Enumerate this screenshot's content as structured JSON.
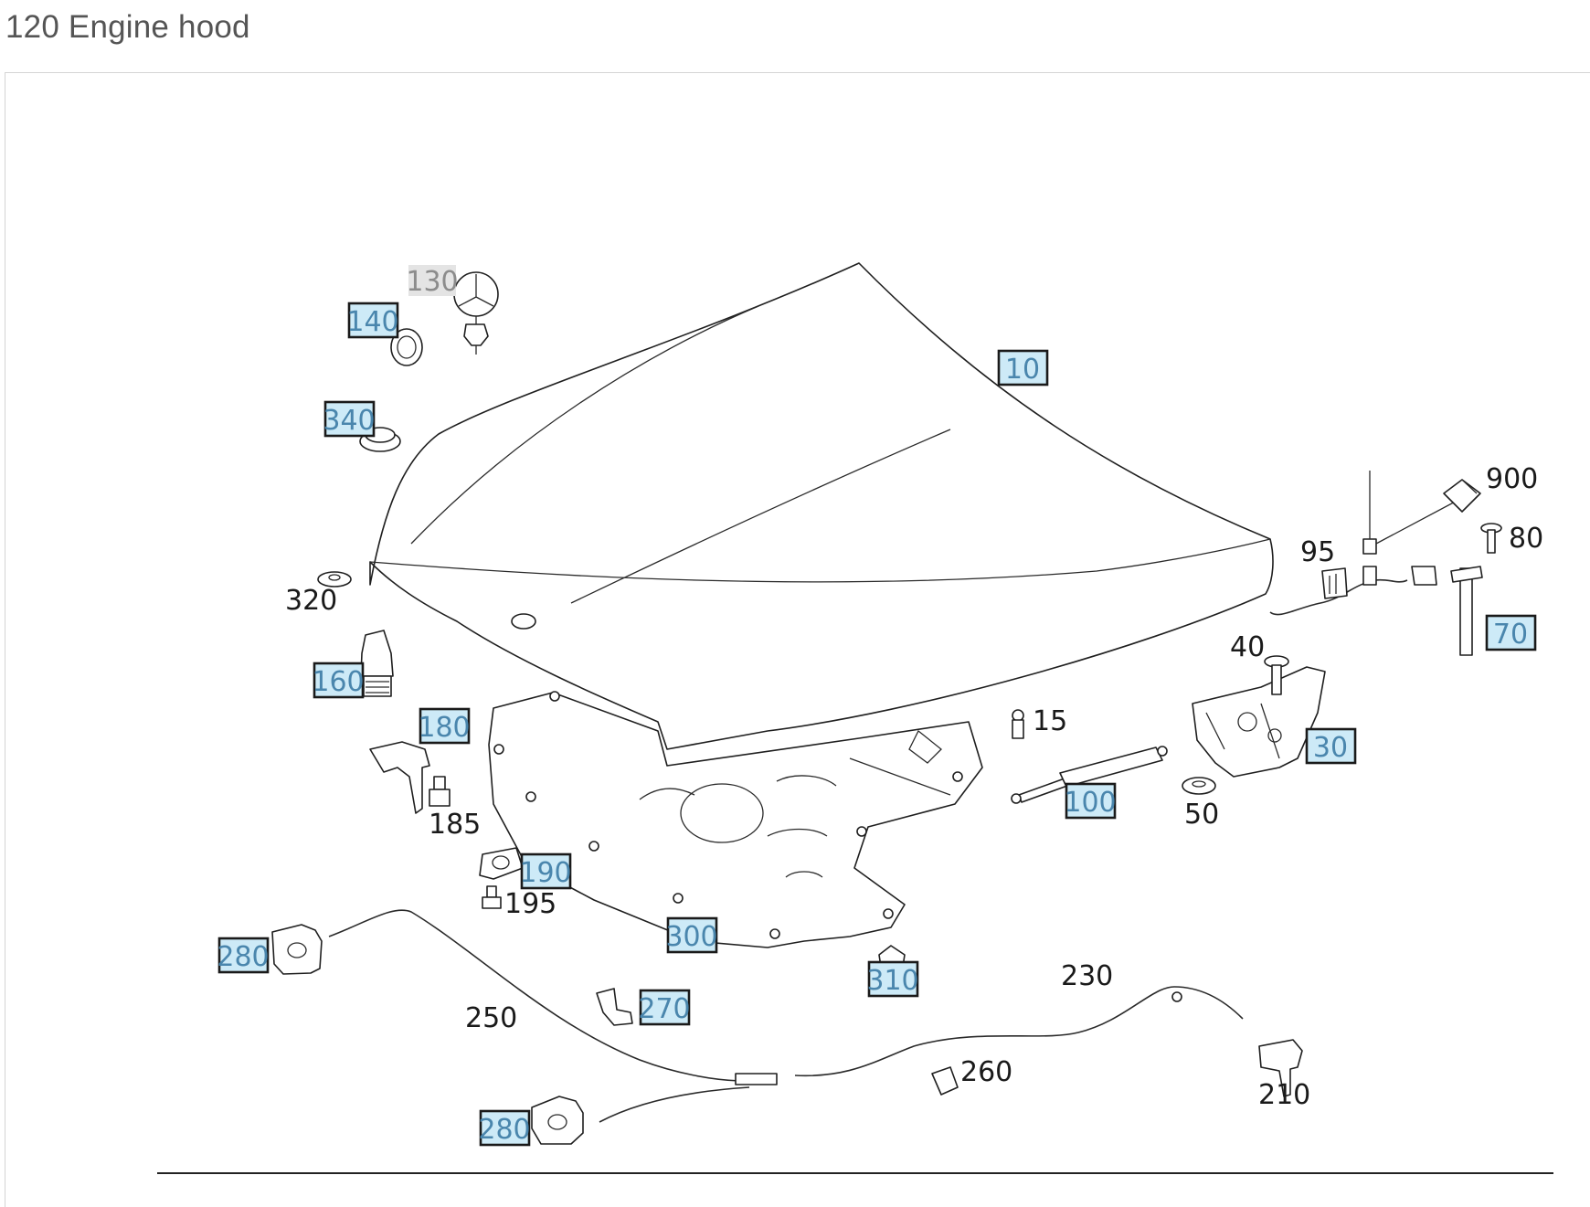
{
  "title": "120 Engine hood",
  "callouts": {
    "c10": "10",
    "c15": "15",
    "c30": "30",
    "c40": "40",
    "c50": "50",
    "c70": "70",
    "c80": "80",
    "c95": "95",
    "c100": "100",
    "c130": "130",
    "c140": "140",
    "c160": "160",
    "c180": "180",
    "c185": "185",
    "c190": "190",
    "c195": "195",
    "c210": "210",
    "c230": "230",
    "c250": "250",
    "c260": "260",
    "c270": "270",
    "c280a": "280",
    "c280b": "280",
    "c300": "300",
    "c310": "310",
    "c320": "320",
    "c340": "340",
    "c900": "900"
  },
  "colors": {
    "link_fill": "#cdeaf7",
    "link_text": "#4a86ad",
    "highlight_fill": "#e4e4e4",
    "line": "#1f1f1f",
    "title_text": "#555555"
  }
}
